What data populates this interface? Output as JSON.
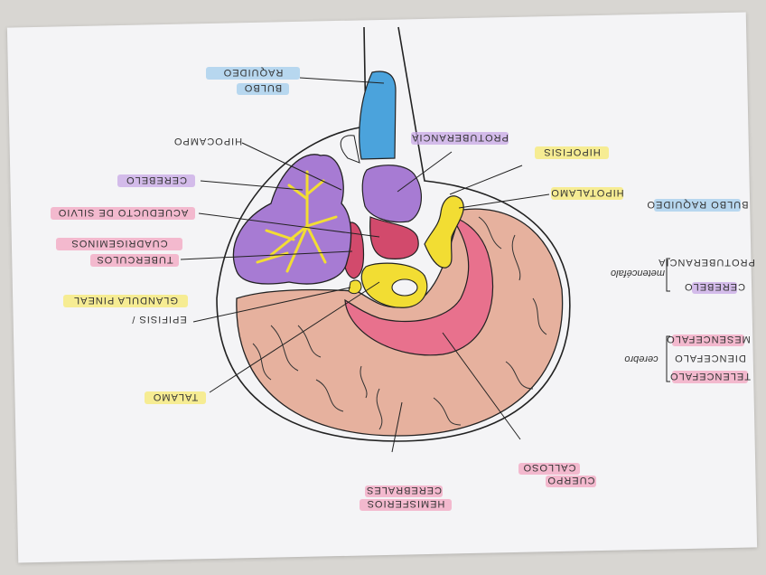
{
  "colors": {
    "blue": "#4ba3dc",
    "purple": "#a77bd3",
    "magenta": "#d24a6c",
    "pink": "#e8718d",
    "yellow": "#f2dd33",
    "salmon": "#e6b19e",
    "ink": "#222222"
  },
  "labels": {
    "bulbo_1": "BULBO",
    "bulbo_2": "RAQUIDEO",
    "hipocampo": "HIPOCAMPO",
    "protuberancia": "PROTUBERANCIA",
    "hipofisis": "HIPOFISIS",
    "cerebelo": "CEREBELO",
    "hipotalamo": "HIPOTALAMO",
    "acueducto": "ACUEDUCTO DE SILVIO",
    "tuberculos_1": "TUBERCULOS",
    "tuberculos_2": "CUADRIGEMINOS",
    "glandula": "GLANDULA PINEAL",
    "epifisis": "EPIFISIS /",
    "talamo": "TALAMO",
    "cuerpo_1": "CUERPO",
    "cuerpo_2": "CALLOSO",
    "hemisferios_1": "HEMISFERIOS",
    "hemisferios_2": "CEREBRALES"
  },
  "legend": {
    "bulbo": "BULBO RAQUIDEO",
    "protuberancia": "PROTUBERANCIA",
    "cerebelo": "CEREBELO",
    "metencefalo": "metencéfalo",
    "mesencefalo": "MESENCEFALO",
    "diencefalo": "DIENCEFALO",
    "telencefalo": "TELENCEFALO",
    "cerebro": "cerebro"
  }
}
